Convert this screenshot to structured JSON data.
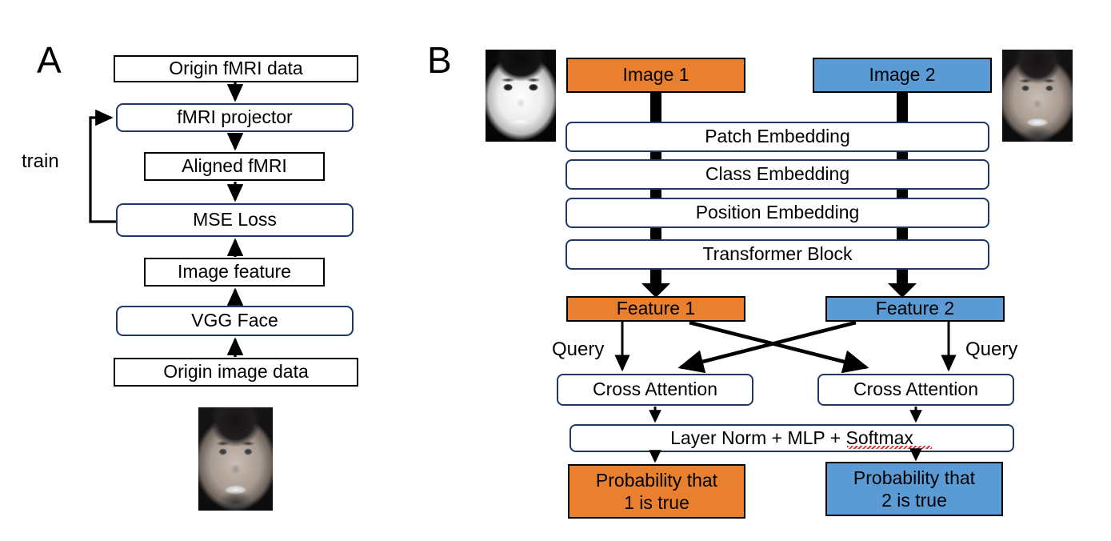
{
  "figure": {
    "panels": [
      {
        "letter": "A",
        "name": "fmri-alignment-pipeline"
      },
      {
        "letter": "B",
        "name": "siamese-vit-comparison-pipeline"
      }
    ]
  },
  "colors": {
    "orange": "#E8802F",
    "blue": "#5B9BD5",
    "box_border_navy": "#1F3864",
    "box_border_black": "#000000",
    "background": "#FFFFFF",
    "spellcheck_underline": "#E03030"
  },
  "panel_a": {
    "letter": "A",
    "loop_label": "train",
    "nodes": {
      "origin_fmri": "Origin fMRI data",
      "fmri_projector": "fMRI projector",
      "aligned_fmri": "Aligned fMRI",
      "mse_loss": "MSE Loss",
      "image_feature": "Image feature",
      "vgg_face": "VGG Face",
      "origin_image": "Origin image data"
    },
    "thumbnail": {
      "name": "face-thumbnail-panel-a",
      "description": "grayscale angry female face"
    }
  },
  "panel_b": {
    "letter": "B",
    "branch_left": {
      "image_label": "Image 1",
      "feature_label": "Feature 1",
      "query_label": "Query",
      "cross_attention_label": "Cross Attention",
      "output_line1": "Probability that",
      "output_line2": "1 is true",
      "accent": "#E8802F",
      "thumbnail": {
        "name": "face-thumbnail-image-1",
        "description": "high-contrast grayscale face"
      }
    },
    "branch_right": {
      "image_label": "Image 2",
      "feature_label": "Feature 2",
      "query_label": "Query",
      "cross_attention_label": "Cross Attention",
      "output_line1": "Probability that",
      "output_line2": "2 is true",
      "accent": "#5B9BD5",
      "thumbnail": {
        "name": "face-thumbnail-image-2",
        "description": "grayscale angry female face"
      }
    },
    "shared_stack": [
      "Patch Embedding",
      "Class Embedding",
      "Position Embedding",
      "Transformer Block"
    ],
    "head_block": "Layer Norm + MLP + Softmax"
  }
}
